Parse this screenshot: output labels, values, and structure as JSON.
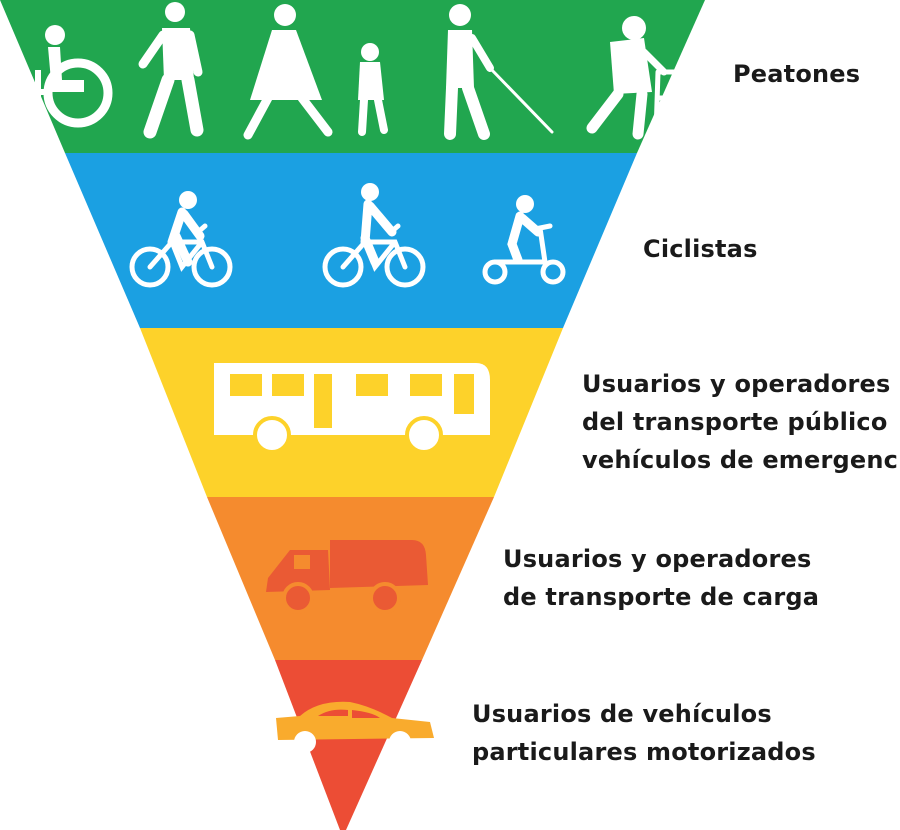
{
  "levels": [
    {
      "color": "#21a64f",
      "icons": [
        "wheelchair-user-icon",
        "walking-man-icon",
        "walking-woman-icon",
        "child-icon",
        "blind-person-with-cane-icon",
        "elderly-person-with-walker-icon"
      ],
      "lines": [
        "Peatones"
      ]
    },
    {
      "color": "#1ba0e2",
      "icons": [
        "cyclist-icon",
        "cyclist-icon",
        "scooter-rider-icon"
      ],
      "lines": [
        "Ciclistas"
      ]
    },
    {
      "color": "#fdd22a",
      "icons": [
        "bus-icon"
      ],
      "lines": [
        "Usuarios y operadores",
        "del transporte público",
        "vehículos de emergencia"
      ]
    },
    {
      "color": "#f58b2e",
      "icons": [
        "cargo-truck-icon"
      ],
      "lines": [
        "Usuarios y operadores",
        "de transporte de carga"
      ]
    },
    {
      "color": "#ec4d35",
      "icons": [
        "car-icon"
      ],
      "lines": [
        "Usuarios de vehículos",
        "particulares motorizados"
      ]
    }
  ]
}
